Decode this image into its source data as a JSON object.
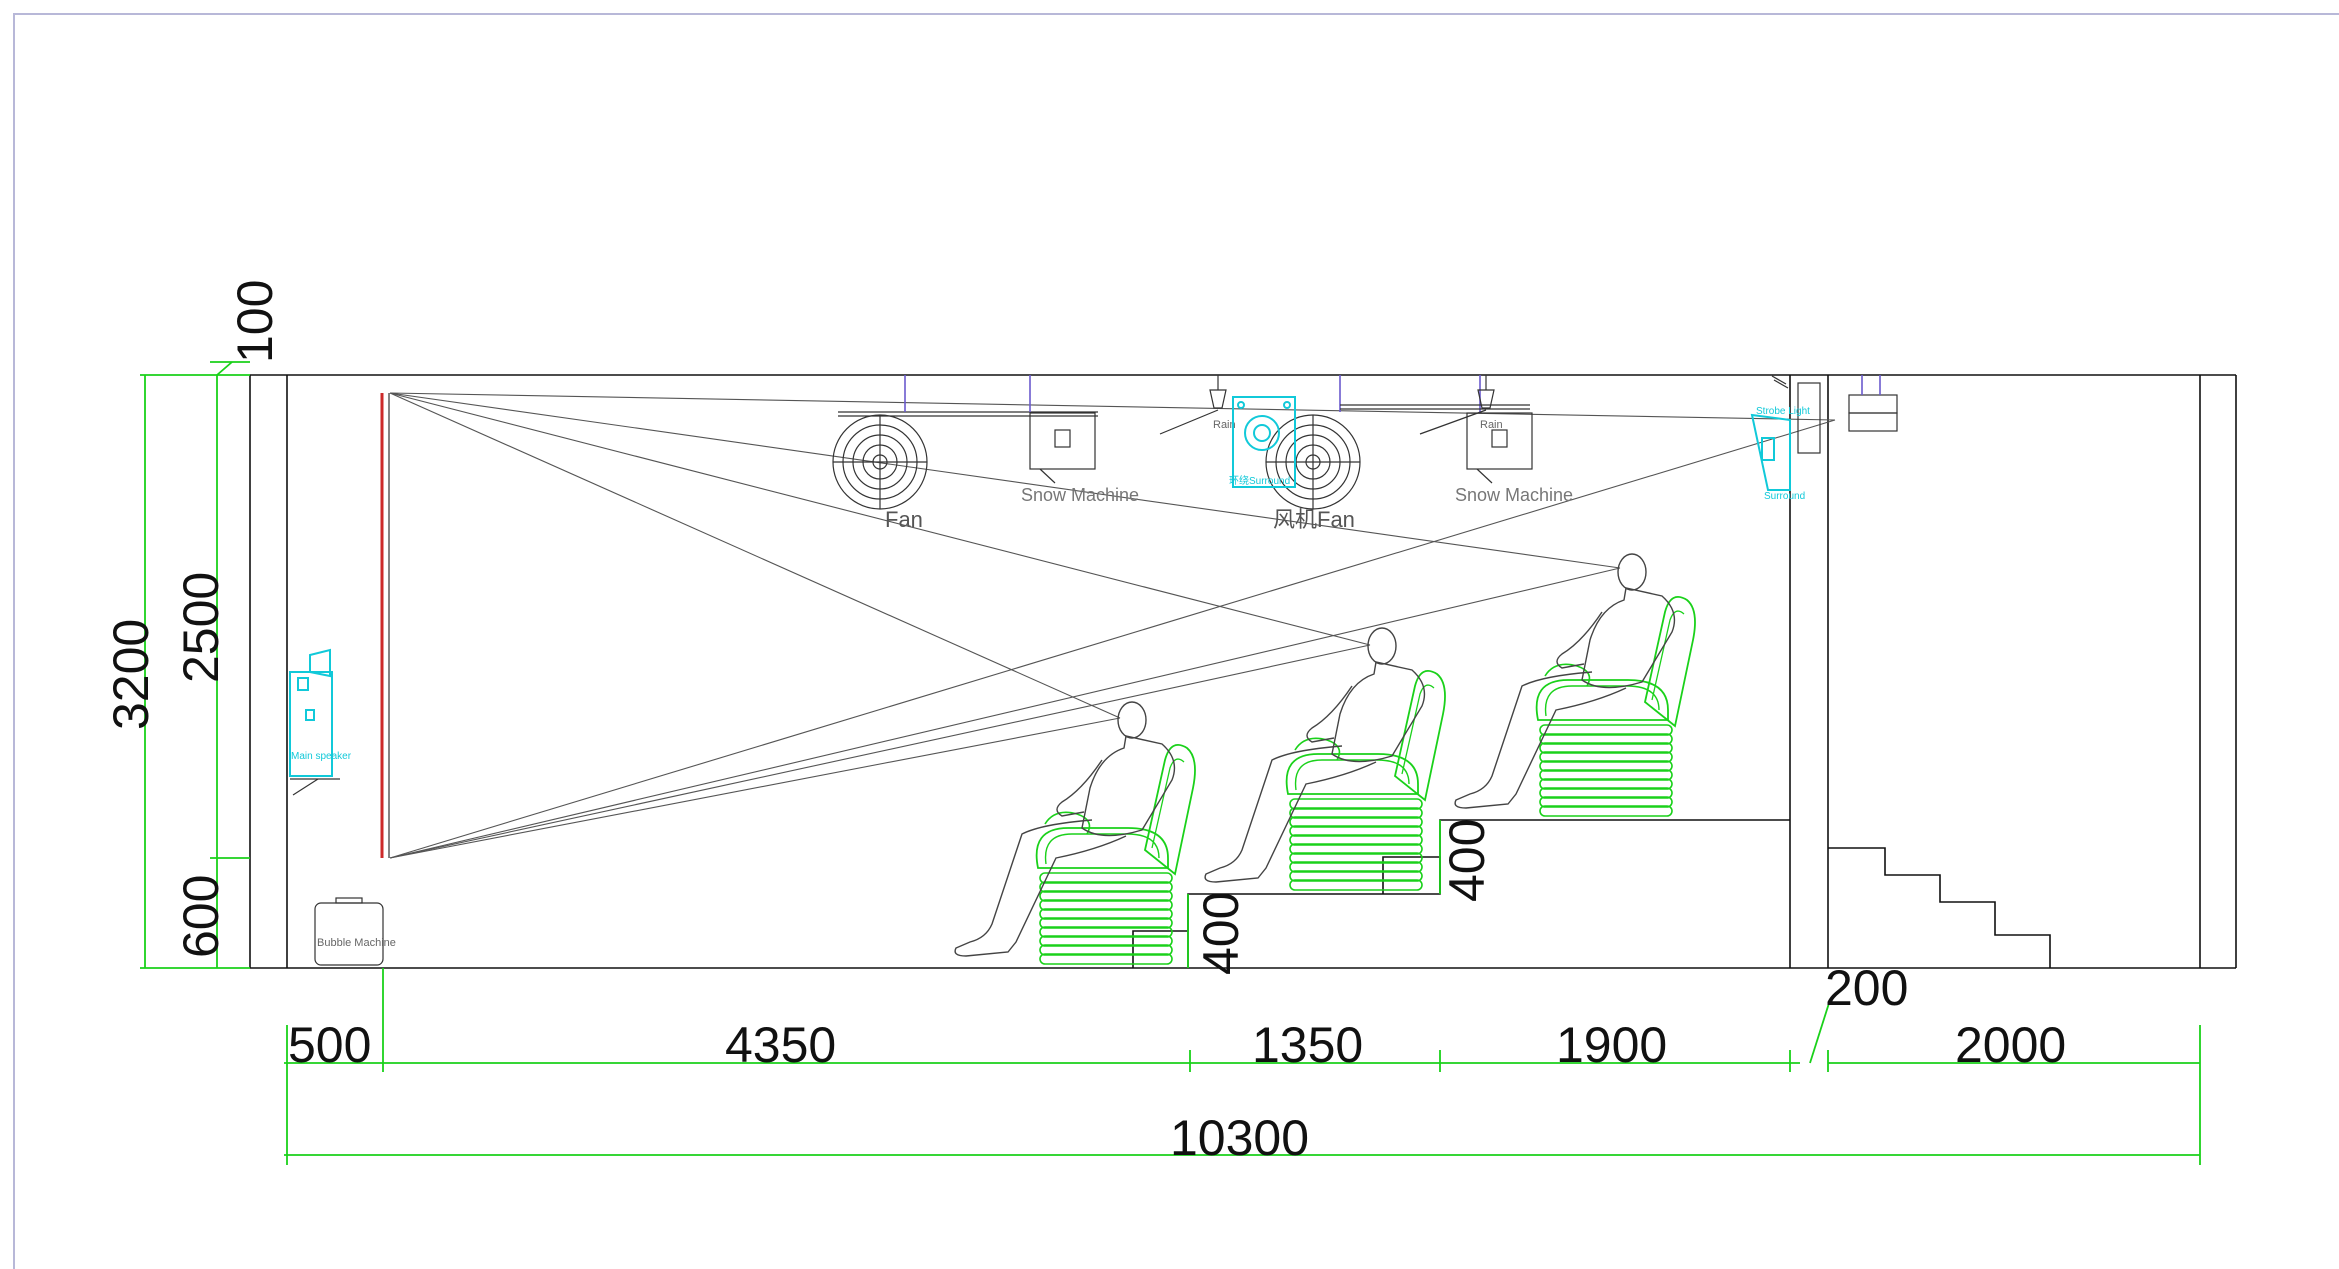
{
  "dimensions": {
    "vertical_total": "3200",
    "vertical_ceiling_gap": "100",
    "vertical_main": "2500",
    "vertical_bottom": "600",
    "step_height_1": "400",
    "step_height_2": "400",
    "horizontal_1": "500",
    "horizontal_2": "4350",
    "horizontal_3": "1350",
    "horizontal_4": "1900",
    "horizontal_5": "200",
    "horizontal_6": "2000",
    "horizontal_total": "10300"
  },
  "equipment": {
    "fan_left": "Fan",
    "fan_right": "风机Fan",
    "snow_machine_left": "Snow Machine",
    "snow_machine_right": "Snow Machine",
    "rain_left": "Rain",
    "rain_right": "Rain",
    "surround_center": "环绕Surround",
    "surround_right": "Surround",
    "strobe_light": "Strobe Light",
    "main_speaker": "Main speaker",
    "bubble_machine": "Bubble Machine"
  },
  "colors": {
    "seats": "#1ad11a",
    "speakers": "#11c9d9",
    "screen": "#cc2a2a",
    "dimension_lines": "#1ad11a"
  }
}
